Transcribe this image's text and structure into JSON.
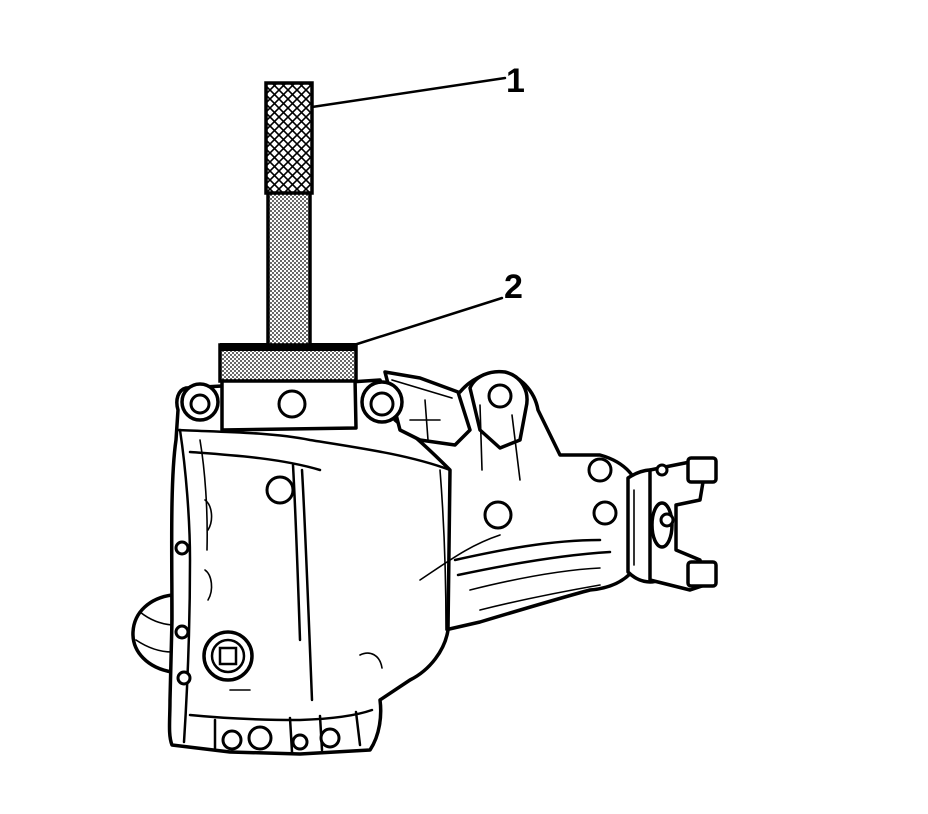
{
  "figure": {
    "callouts": [
      {
        "label": "1",
        "target": "tool-handle"
      },
      {
        "label": "2",
        "target": "tool-adapter"
      }
    ],
    "colors": {
      "line": "#000000",
      "background": "#ffffff"
    }
  }
}
